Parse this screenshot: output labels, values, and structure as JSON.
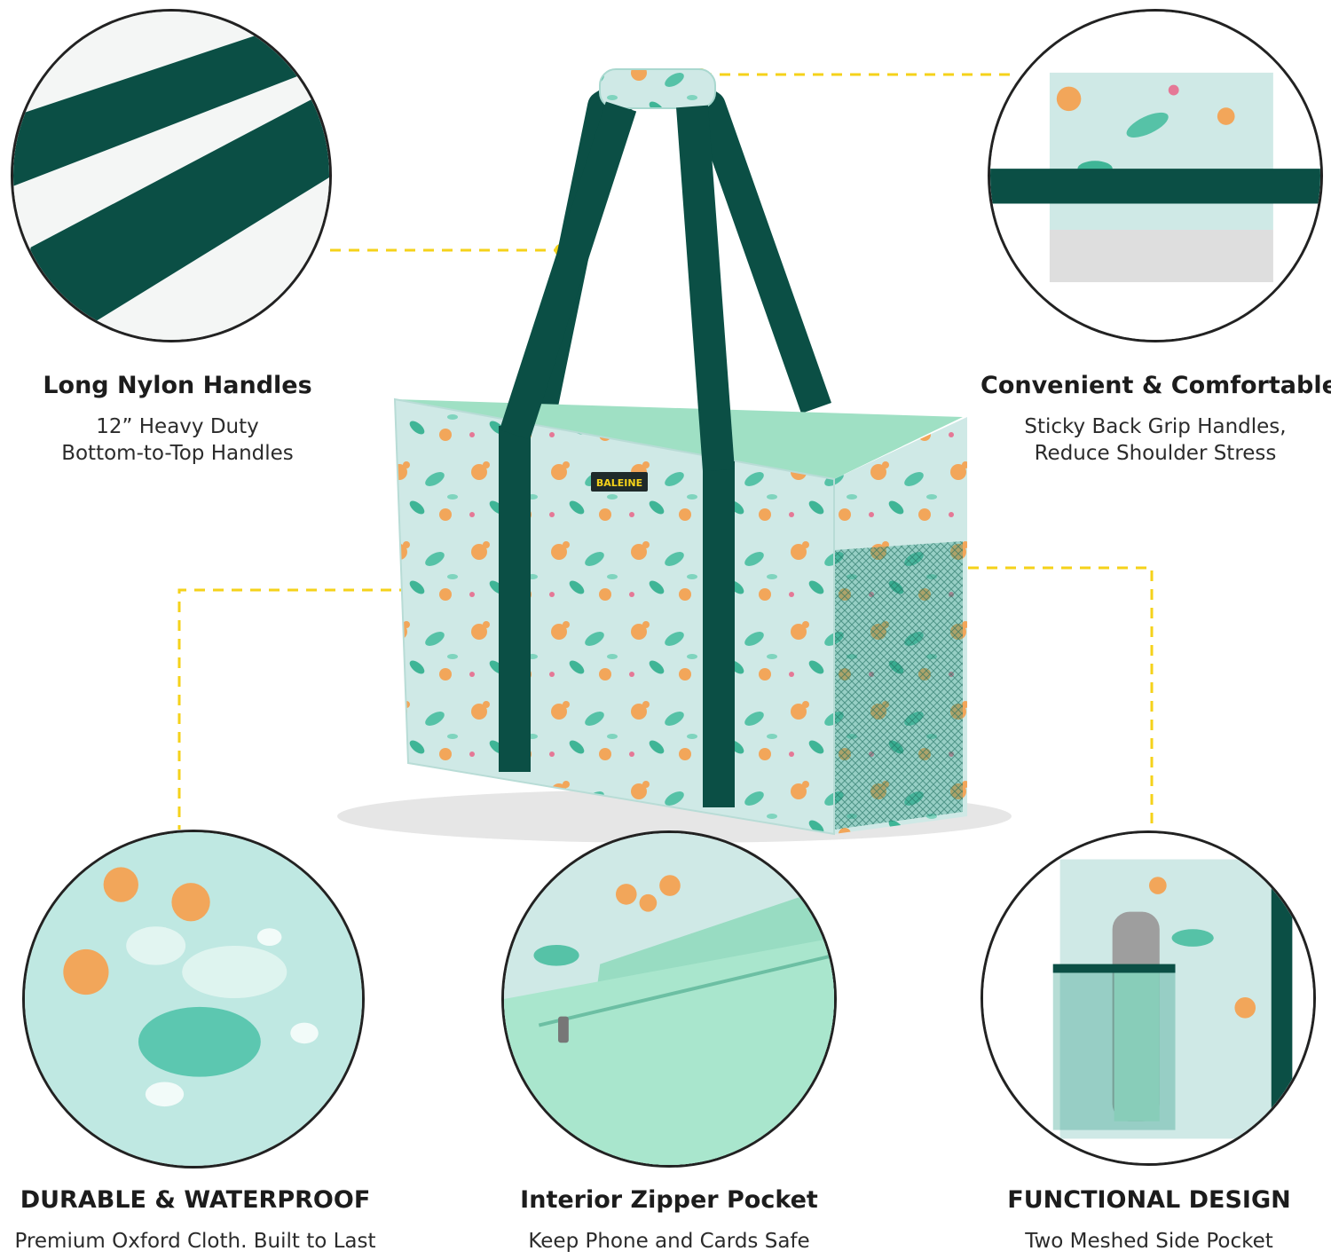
{
  "brand_label": "BALEINE",
  "colors": {
    "handle": "#0b4f45",
    "fabric": "#cfe9e6",
    "lining": "#9fe0c4",
    "accent_orange": "#f2a65a",
    "leaf": "#56c2a7",
    "connector": "#f5d21a"
  },
  "features": [
    {
      "id": "handles",
      "title": "Long Nylon Handles",
      "desc_line1": "12” Heavy Duty",
      "desc_line2": "Bottom-to-Top Handles"
    },
    {
      "id": "comfort",
      "title": "Convenient & Comfortable",
      "desc_line1": "Sticky Back Grip Handles,",
      "desc_line2": "Reduce Shoulder Stress"
    },
    {
      "id": "waterproof",
      "title": "DURABLE & WATERPROOF",
      "desc_line1": "Premium Oxford Cloth. Built to Last",
      "desc_line2": ""
    },
    {
      "id": "zipper",
      "title": "Interior Zipper Pocket",
      "desc_line1": "Keep Phone and Cards Safe",
      "desc_line2": ""
    },
    {
      "id": "design",
      "title": "FUNCTIONAL DESIGN",
      "desc_line1": "Two Meshed Side Pocket",
      "desc_line2": ""
    }
  ]
}
